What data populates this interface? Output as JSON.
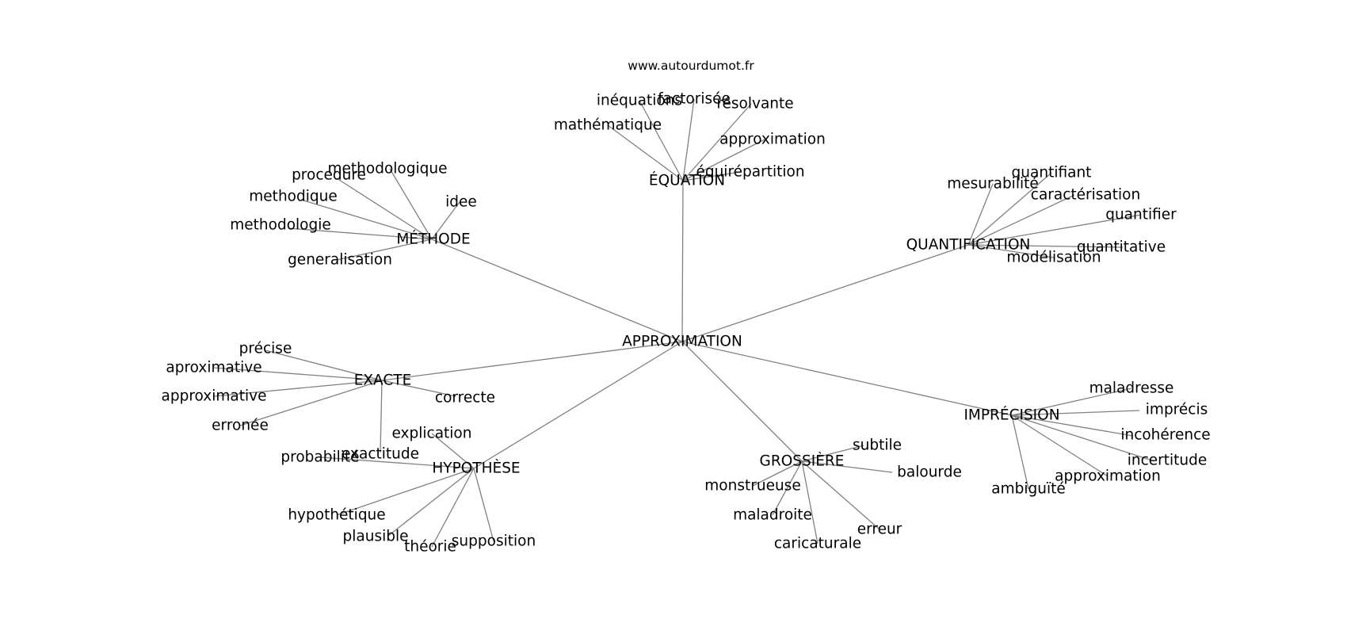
{
  "credit": "www.autourdumot.fr",
  "root": "APPROXIMATION",
  "hubs": [
    {
      "label": "ÉQUATION",
      "leaves": [
        "inéquations",
        "factorisée",
        "résolvante",
        "mathématique",
        "approximation",
        "équirépartition"
      ]
    },
    {
      "label": "MÉTHODE",
      "leaves": [
        "methodologique",
        "procedure",
        "idee",
        "methodique",
        "methodologie",
        "generalisation"
      ]
    },
    {
      "label": "QUANTIFICATION",
      "leaves": [
        "quantifiant",
        "mesurabilité",
        "caractérisation",
        "quantifier",
        "quantitative",
        "modélisation"
      ]
    },
    {
      "label": "EXACTE",
      "leaves": [
        "précise",
        "aproximative",
        "approximative",
        "correcte",
        "erronée",
        "exactitude"
      ]
    },
    {
      "label": "HYPOTHÈSE",
      "leaves": [
        "explication",
        "probabilité",
        "hypothétique",
        "plausible",
        "théorie",
        "supposition"
      ]
    },
    {
      "label": "GROSSIÈRE",
      "leaves": [
        "subtile",
        "balourde",
        "monstrueuse",
        "maladroite",
        "erreur",
        "caricaturale"
      ]
    },
    {
      "label": "IMPRÉCISION",
      "leaves": [
        "maladresse",
        "imprécis",
        "incohérence",
        "incertitude",
        "approximation",
        "ambiguïté"
      ]
    }
  ]
}
